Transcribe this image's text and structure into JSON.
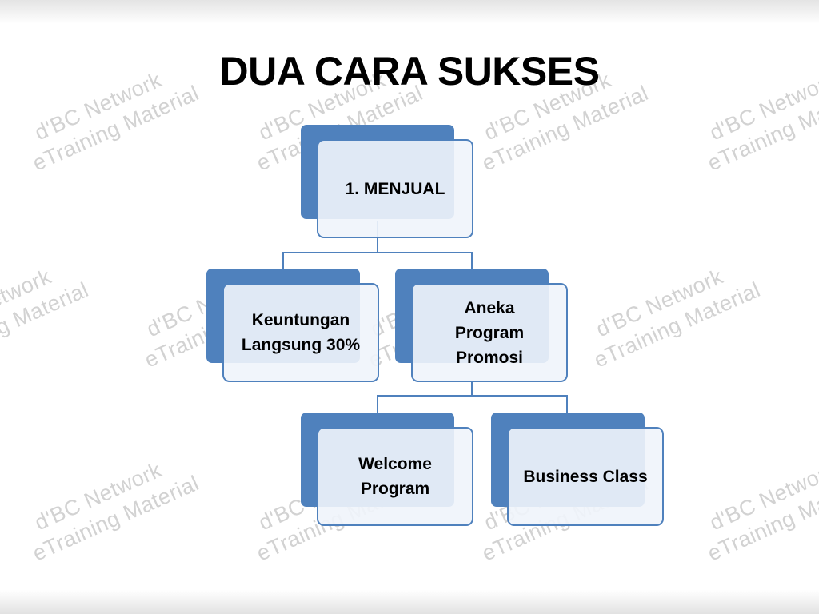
{
  "slide": {
    "title": "DUA CARA SUKSES"
  },
  "watermark": {
    "line1": "d'BC Network",
    "line2": "eTraining Material"
  },
  "diagram": {
    "nodes": [
      {
        "id": "menjual",
        "label": "1. MENJUAL"
      },
      {
        "id": "keuntungan",
        "label": "Keuntungan\nLangsung 30%"
      },
      {
        "id": "aneka",
        "label": "Aneka\nProgram\nPromosi"
      },
      {
        "id": "welcome",
        "label": "Welcome\nProgram"
      },
      {
        "id": "business",
        "label": "Business Class"
      }
    ],
    "edges": [
      {
        "from": "menjual",
        "to": "keuntungan"
      },
      {
        "from": "menjual",
        "to": "aneka"
      },
      {
        "from": "aneka",
        "to": "welcome"
      },
      {
        "from": "aneka",
        "to": "business"
      }
    ],
    "colors": {
      "accent": "#4f81bd",
      "box_fill": "#f0f4fb",
      "connector": "#4f81bd"
    }
  }
}
